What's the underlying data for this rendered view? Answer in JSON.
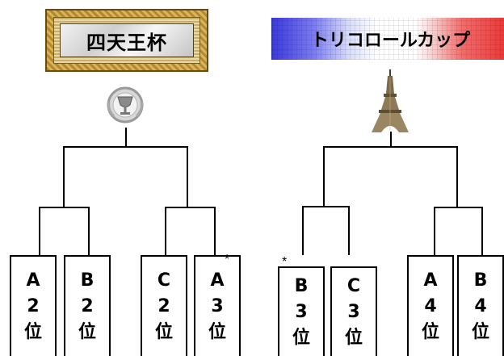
{
  "left_bracket": {
    "title": "四天王杯",
    "trophy_icon": "trophy-icon",
    "teams": [
      {
        "group": "A",
        "rank": "2",
        "suffix": "位"
      },
      {
        "group": "B",
        "rank": "2",
        "suffix": "位"
      },
      {
        "group": "C",
        "rank": "2",
        "suffix": "位"
      },
      {
        "group": "A",
        "rank": "3",
        "suffix": "位"
      }
    ],
    "mark": "*"
  },
  "right_bracket": {
    "title": "トリコロールカップ",
    "trophy_icon": "eiffel-tower-icon",
    "flag_colors": [
      "#3b3bd8",
      "#ffffff",
      "#e83a3a"
    ],
    "teams": [
      {
        "group": "B",
        "rank": "3",
        "suffix": "位"
      },
      {
        "group": "C",
        "rank": "3",
        "suffix": "位"
      },
      {
        "group": "A",
        "rank": "4",
        "suffix": "位"
      },
      {
        "group": "B",
        "rank": "4",
        "suffix": "位"
      }
    ],
    "mark": "*"
  }
}
